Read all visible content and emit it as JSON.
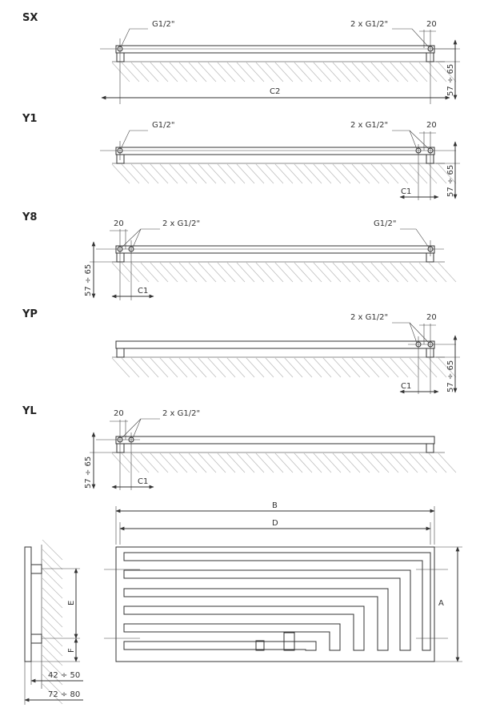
{
  "variants": [
    {
      "id": "sx",
      "name": "SX",
      "labels": {
        "left_conn": "G1/2\"",
        "right_conn": "2 x G1/2\"",
        "offset": "20",
        "height": "57 ÷ 65",
        "width": "C2"
      }
    },
    {
      "id": "y1",
      "name": "Y1",
      "labels": {
        "left_conn": "G1/2\"",
        "right_conn": "2 x G1/2\"",
        "offset": "20",
        "height": "57 ÷ 65",
        "spacing": "C1"
      }
    },
    {
      "id": "y8",
      "name": "Y8",
      "labels": {
        "left_conn": "2 x G1/2\"",
        "right_conn": "G1/2\"",
        "offset": "20",
        "height": "57 ÷ 65",
        "spacing": "C1"
      }
    },
    {
      "id": "yp",
      "name": "YP",
      "labels": {
        "right_conn": "2 x G1/2\"",
        "offset": "20",
        "height": "57 ÷ 65",
        "spacing": "C1"
      }
    },
    {
      "id": "yl",
      "name": "YL",
      "labels": {
        "left_conn": "2 x G1/2\"",
        "offset": "20",
        "height": "57 ÷ 65",
        "spacing": "C1"
      }
    }
  ],
  "front_view": {
    "width_b": "B",
    "width_d": "D",
    "height_a": "A"
  },
  "side_view": {
    "dim_e": "E",
    "dim_f": "F",
    "depth_1": "42 ÷ 50",
    "depth_2": "72 ÷ 80"
  }
}
